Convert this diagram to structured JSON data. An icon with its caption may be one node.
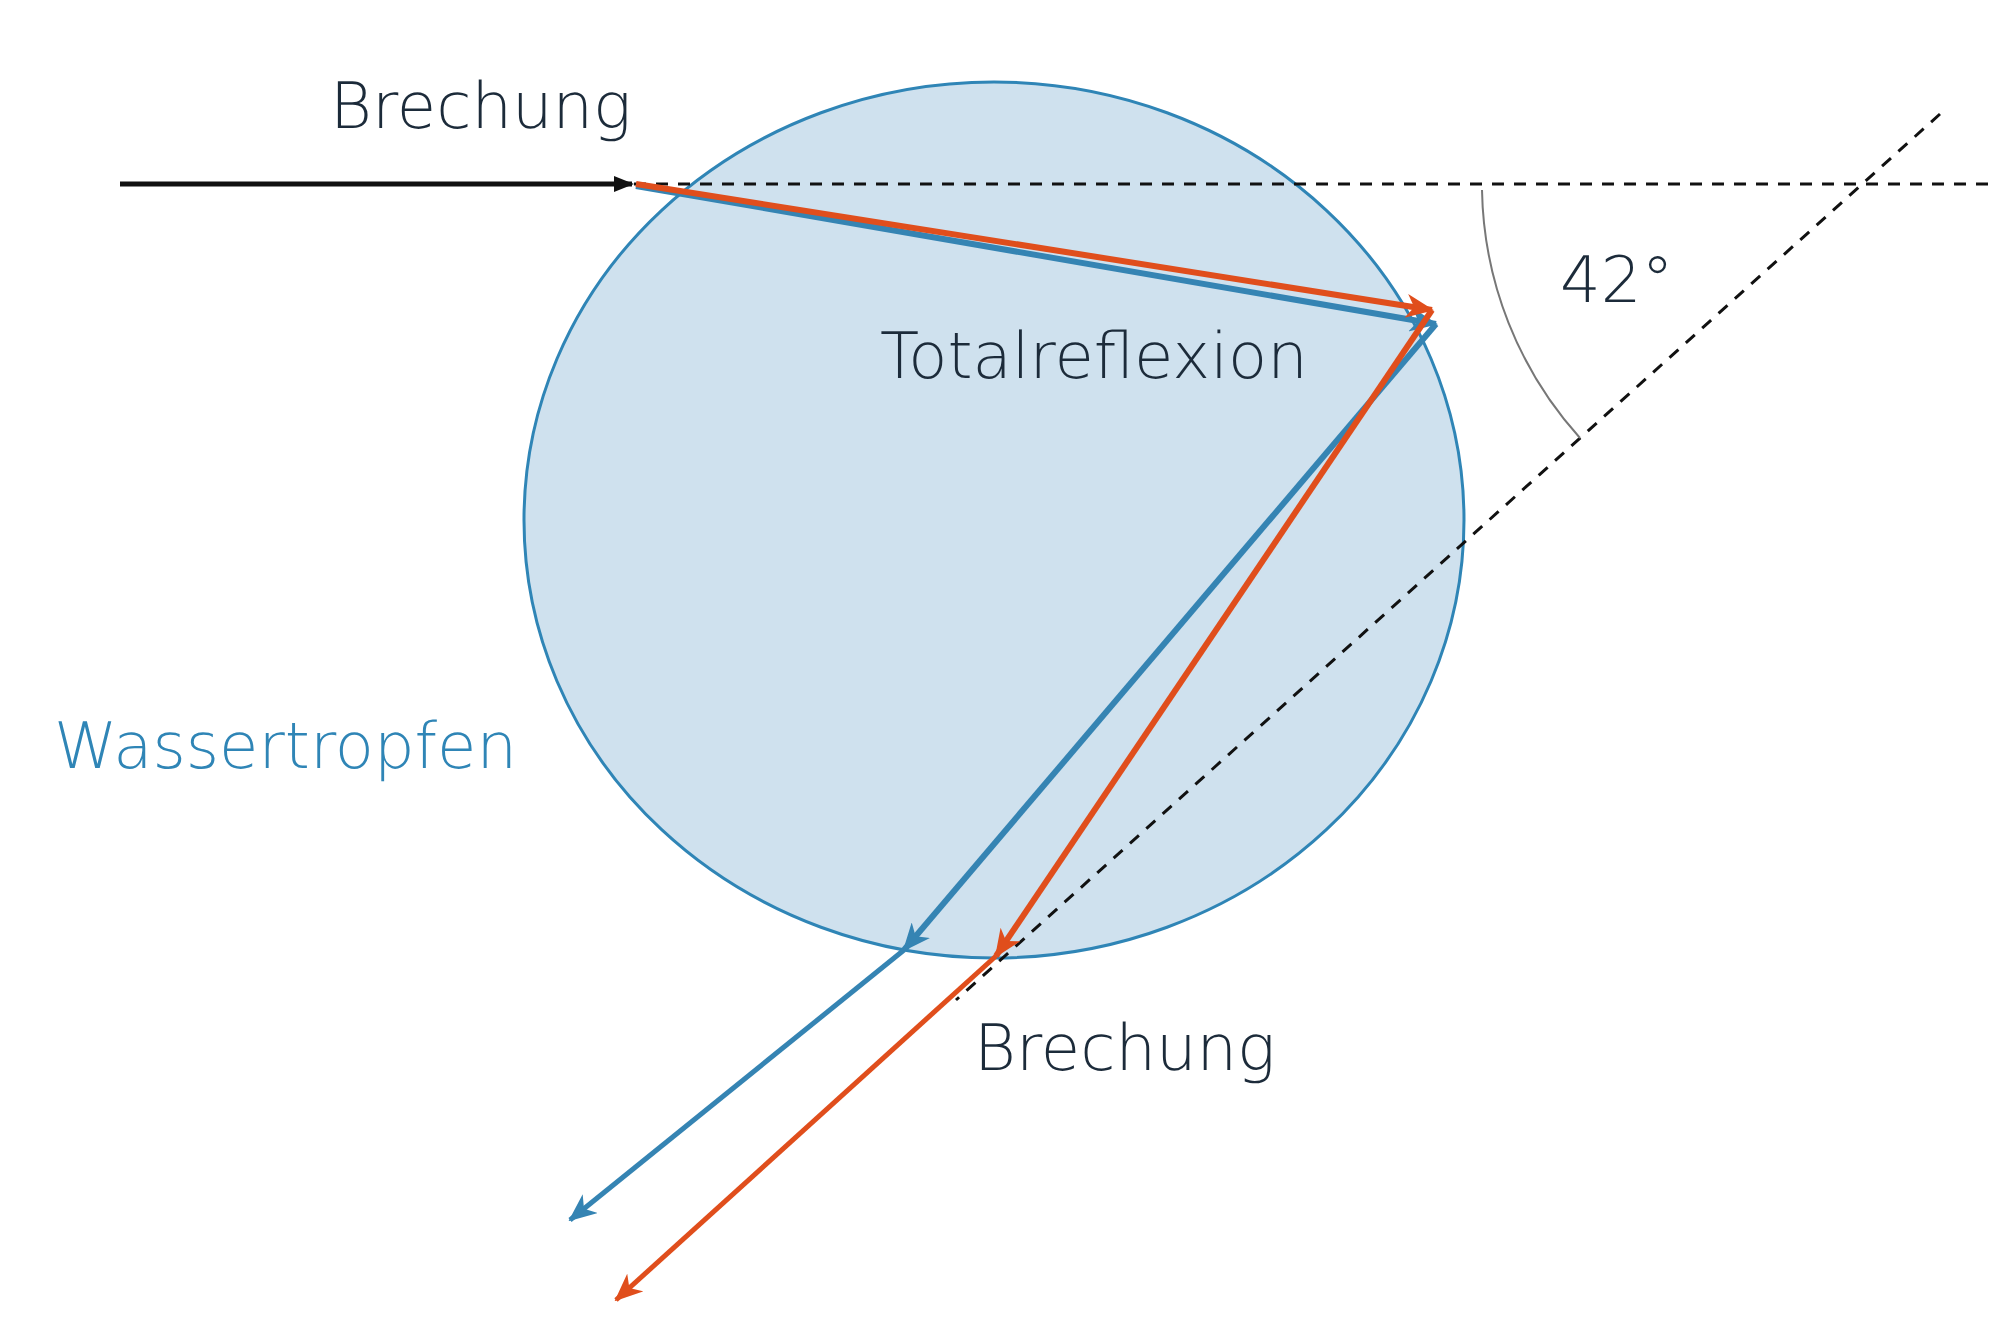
{
  "diagram": {
    "labels": [
      "Brechung",
      "Totalreflexion",
      "42°",
      "Wassertropfen",
      "Brechung"
    ]
  }
}
